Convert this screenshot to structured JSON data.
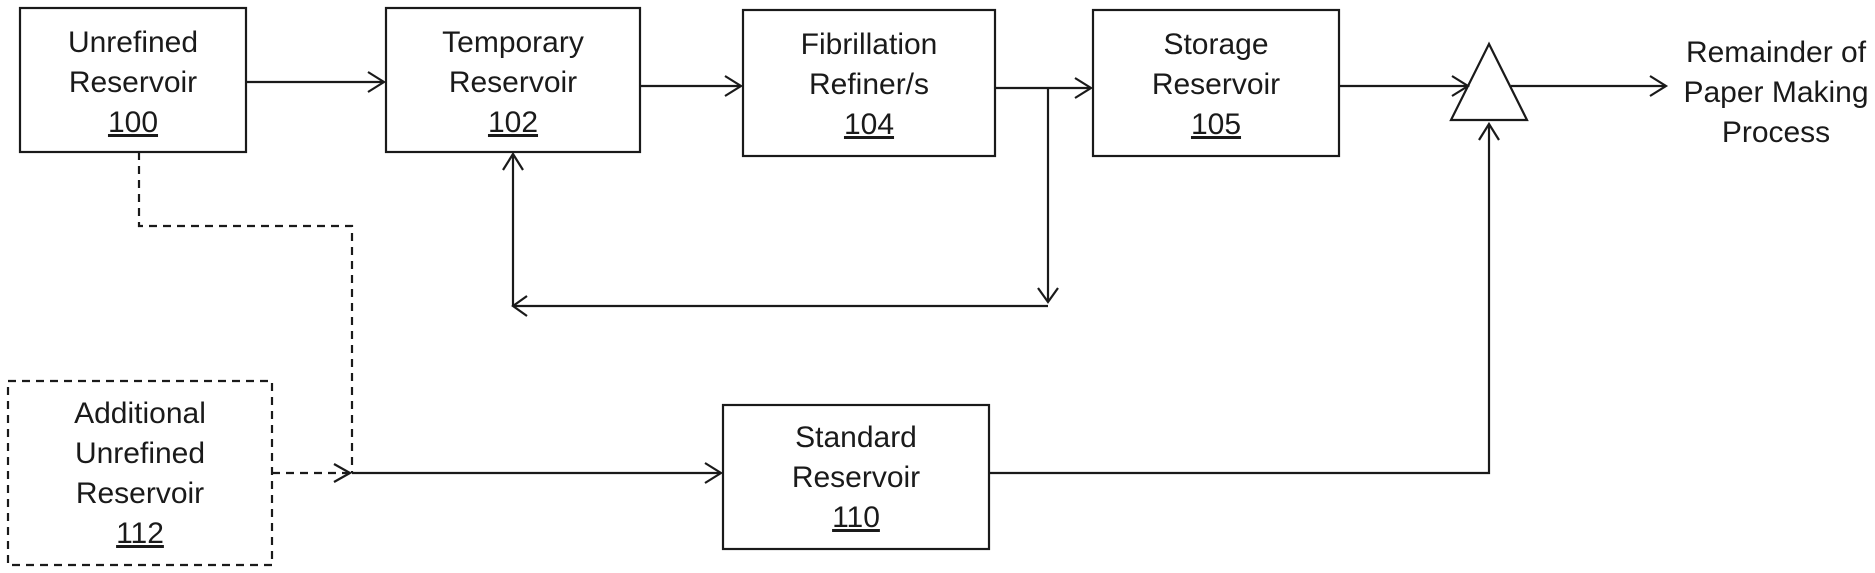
{
  "boxes": {
    "unrefined": {
      "lines": [
        "Unrefined",
        "Reservoir"
      ],
      "ref": "100"
    },
    "temporary": {
      "lines": [
        "Temporary",
        "Reservoir"
      ],
      "ref": "102"
    },
    "fibrillation": {
      "lines": [
        "Fibrillation",
        "Refiner/s"
      ],
      "ref": "104"
    },
    "storage": {
      "lines": [
        "Storage",
        "Reservoir"
      ],
      "ref": "105"
    },
    "additional": {
      "lines": [
        "Additional",
        "Unrefined",
        "Reservoir"
      ],
      "ref": "112"
    },
    "standard": {
      "lines": [
        "Standard",
        "Reservoir"
      ],
      "ref": "110"
    }
  },
  "output_label": {
    "lines": [
      "Remainder of",
      "Paper Making",
      "Process"
    ]
  }
}
